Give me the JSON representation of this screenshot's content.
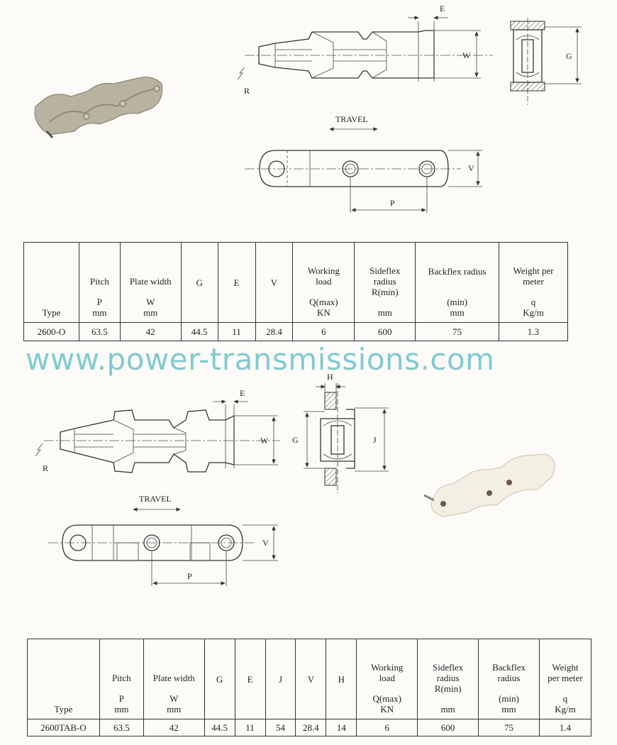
{
  "watermark": "www.power-transmissions.com",
  "drawing1": {
    "labels": {
      "E": "E",
      "W": "W",
      "R": "R",
      "G": "G",
      "travel": "TRAVEL",
      "V": "V",
      "P": "P"
    }
  },
  "drawing2": {
    "labels": {
      "E": "E",
      "W": "W",
      "R": "R",
      "H": "H",
      "G": "G",
      "J": "J",
      "travel": "TRAVEL",
      "V": "V",
      "P": "P"
    }
  },
  "table1": {
    "headers": {
      "type": [
        "Type"
      ],
      "pitch": [
        "Pitch",
        "",
        "P",
        "mm"
      ],
      "plate_width": [
        "Plate width",
        "",
        "W",
        "mm"
      ],
      "g": [
        "G"
      ],
      "e": [
        "E"
      ],
      "v": [
        "V"
      ],
      "working_load": [
        "Working",
        "load",
        "",
        "Q(max)",
        "KN"
      ],
      "sideflex": [
        "Sideflex",
        "radius",
        "R(min)",
        "",
        "mm"
      ],
      "backflex": [
        "Backflex radius",
        "",
        "",
        "(min)",
        "mm"
      ],
      "weight": [
        "Weight per",
        "meter",
        "",
        "q",
        "Kg/m"
      ]
    },
    "row": {
      "type": "2600-O",
      "pitch": "63.5",
      "plate_width": "42",
      "g": "44.5",
      "e": "11",
      "v": "28.4",
      "working_load": "6",
      "sideflex": "600",
      "backflex": "75",
      "weight": "1.3"
    }
  },
  "table2": {
    "headers": {
      "type": [
        "Type"
      ],
      "pitch": [
        "Pitch",
        "",
        "P",
        "mm"
      ],
      "plate_width": [
        "Plate width",
        "",
        "W",
        "mm"
      ],
      "g": [
        "G"
      ],
      "e": [
        "E"
      ],
      "j": [
        "J"
      ],
      "v": [
        "V"
      ],
      "h": [
        "H"
      ],
      "working_load": [
        "Working",
        "load",
        "",
        "Q(max)",
        "KN"
      ],
      "sideflex": [
        "Sideflex",
        "radius",
        "R(min)",
        "",
        "mm"
      ],
      "backflex": [
        "Backflex",
        "radius",
        "",
        "(min)",
        "mm"
      ],
      "weight": [
        "Weight",
        "per meter",
        "",
        "q",
        "Kg/m"
      ]
    },
    "row": {
      "type": "2600TAB-O",
      "pitch": "63.5",
      "plate_width": "42",
      "g": "44.5",
      "e": "11",
      "j": "54",
      "v": "28.4",
      "h": "14",
      "working_load": "6",
      "sideflex": "600",
      "backflex": "75",
      "weight": "1.4"
    }
  }
}
